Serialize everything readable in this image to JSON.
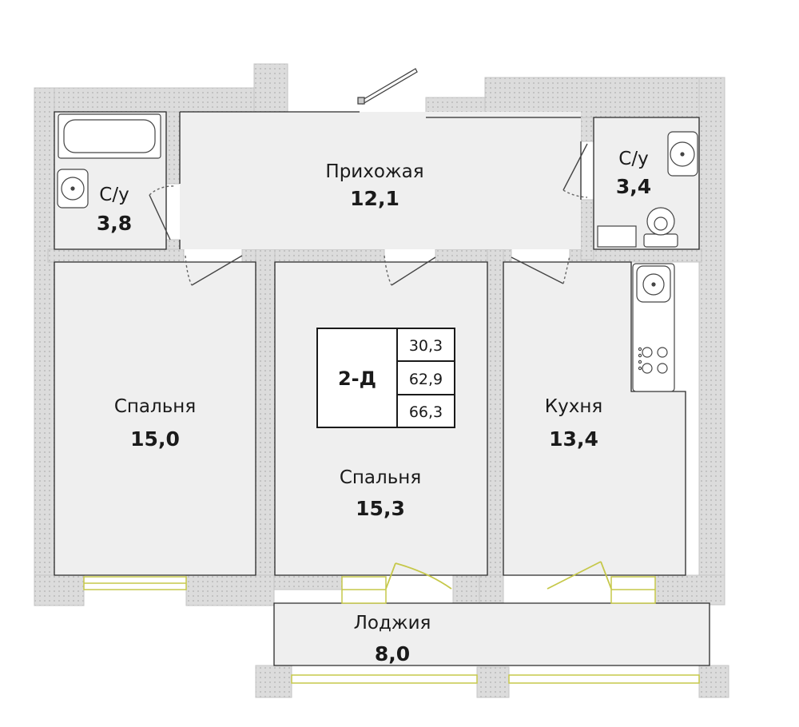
{
  "apartment": {
    "code": "2-Д",
    "areas": [
      "30,3",
      "62,9",
      "66,3"
    ]
  },
  "rooms": {
    "hallway": {
      "name": "Прихожая",
      "area": "12,1"
    },
    "bath_left": {
      "name": "С/у",
      "area": "3,8"
    },
    "bath_right": {
      "name": "С/у",
      "area": "3,4"
    },
    "bedroom_left": {
      "name": "Спальня",
      "area": "15,0"
    },
    "bedroom_center": {
      "name": "Спальня",
      "area": "15,3"
    },
    "kitchen": {
      "name": "Кухня",
      "area": "13,4"
    },
    "loggia": {
      "name": "Лоджия",
      "area": "8,0"
    }
  },
  "colors": {
    "floor": "#efefef",
    "wall": "#d4d4d4",
    "wall_edge": "#bdbdbd",
    "window": "#c6c84a",
    "door_swing": "#555555",
    "line": "#2a2a2a"
  }
}
